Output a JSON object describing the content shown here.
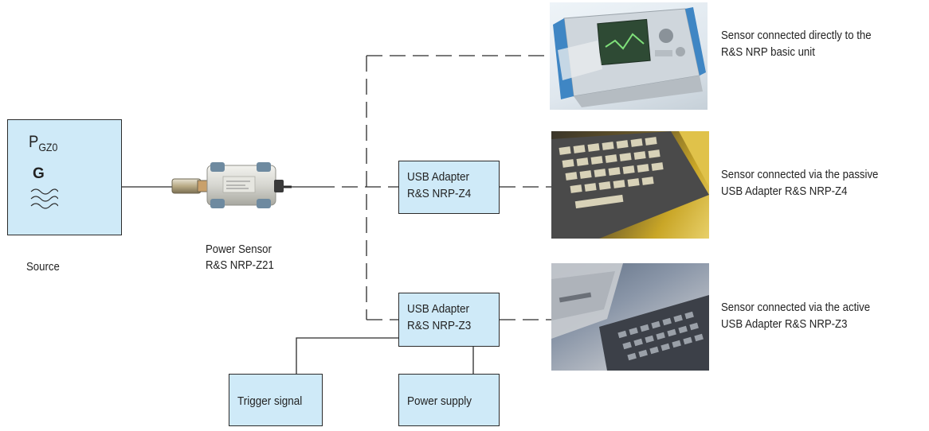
{
  "source": {
    "symbol_main": "P",
    "symbol_sub": "GZ0",
    "generator_letter": "G",
    "wave_icon": "sine-wave-icon",
    "caption": "Source"
  },
  "sensor": {
    "caption_line1": "Power Sensor",
    "caption_line2": "R&S NRP-Z21"
  },
  "adapters": {
    "z4_line1": "USB Adapter",
    "z4_line2": "R&S NRP-Z4",
    "z3_line1": "USB Adapter",
    "z3_line2": "R&S NRP-Z3"
  },
  "aux": {
    "trigger": "Trigger signal",
    "power": "Power supply"
  },
  "descriptions": {
    "basic_line1": "Sensor connected directly to the",
    "basic_line2": "R&S NRP basic unit",
    "passive_line1": "Sensor connected via the passive",
    "passive_line2": "USB Adapter R&S NRP-Z4",
    "active_line1": "Sensor connected via the active",
    "active_line2": "USB Adapter R&S NRP-Z3"
  },
  "colors": {
    "box_fill": "#cfeaf8",
    "line": "#2b2b2b"
  }
}
